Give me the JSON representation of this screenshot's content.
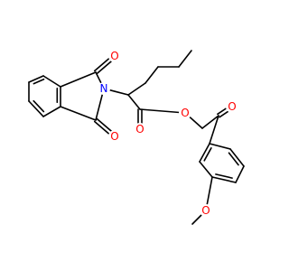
{
  "molecule": {
    "colors": {
      "carbon_bond": "#000000",
      "oxygen": "#ff0000",
      "nitrogen": "#0000ff",
      "background": "#ffffff"
    },
    "atom_labels": {
      "o_imide_top": "O",
      "o_imide_bottom": "O",
      "n_imide": "N",
      "o_ester_carbonyl": "O",
      "o_ester_ether": "O",
      "o_ketone": "O",
      "o_methoxy": "O"
    }
  }
}
